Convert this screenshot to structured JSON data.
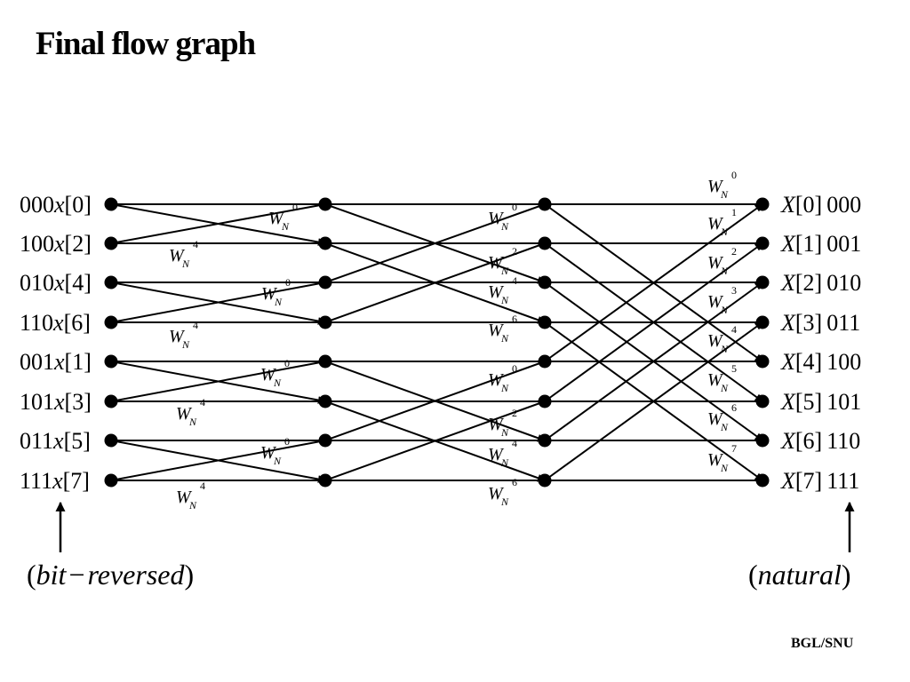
{
  "title": "Final flow graph",
  "footer": "BGL/SNU",
  "inputs": [
    {
      "bits": "000",
      "sym": "x",
      "idx": "[0]"
    },
    {
      "bits": "100",
      "sym": "x",
      "idx": "[2]"
    },
    {
      "bits": "010",
      "sym": "x",
      "idx": "[4]"
    },
    {
      "bits": "110",
      "sym": "x",
      "idx": "[6]"
    },
    {
      "bits": "001",
      "sym": "x",
      "idx": "[1]"
    },
    {
      "bits": "101",
      "sym": "x",
      "idx": "[3]"
    },
    {
      "bits": "011",
      "sym": "x",
      "idx": "[5]"
    },
    {
      "bits": "111",
      "sym": "x",
      "idx": "[7]"
    }
  ],
  "outputs": [
    {
      "sym": "X",
      "idx": "[0]",
      "bits": "000"
    },
    {
      "sym": "X",
      "idx": "[1]",
      "bits": "001"
    },
    {
      "sym": "X",
      "idx": "[2]",
      "bits": "010"
    },
    {
      "sym": "X",
      "idx": "[3]",
      "bits": "011"
    },
    {
      "sym": "X",
      "idx": "[4]",
      "bits": "100"
    },
    {
      "sym": "X",
      "idx": "[5]",
      "bits": "101"
    },
    {
      "sym": "X",
      "idx": "[6]",
      "bits": "110"
    },
    {
      "sym": "X",
      "idx": "[7]",
      "bits": "111"
    }
  ],
  "twiddle": {
    "base": "W",
    "subscript": "N"
  },
  "stage1_exponents": [
    "0",
    "4",
    "0",
    "4",
    "0",
    "4",
    "0",
    "4"
  ],
  "stage2_exponents": [
    "0",
    "2",
    "4",
    "6",
    "0",
    "2",
    "4",
    "6"
  ],
  "stage3_exponents": [
    "0",
    "1",
    "2",
    "3",
    "4",
    "5",
    "6",
    "7"
  ],
  "order_labels": {
    "input": {
      "open": "(",
      "text": "bit",
      "dash": "−",
      "text2": "reversed",
      "close": ")"
    },
    "output": {
      "open": "(",
      "text": "natural",
      "close": ")"
    }
  }
}
